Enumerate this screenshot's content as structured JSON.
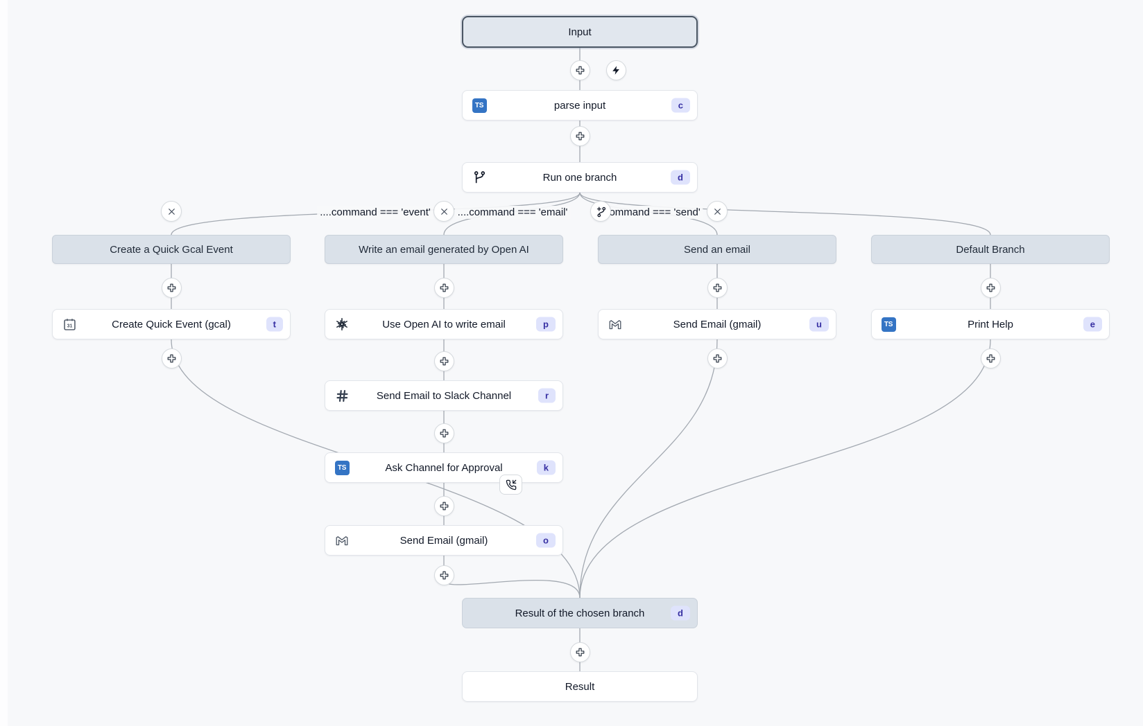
{
  "colors": {
    "canvas_bg": "#f7f8fa",
    "edge": "#a3a9b1",
    "badge_bg": "#dfe3fc",
    "badge_text": "#3730a3",
    "header_bg": "#dae1e9",
    "ts_icon_blue": "#3474c4"
  },
  "nodes": {
    "input": {
      "label": "Input"
    },
    "parse_input": {
      "label": "parse input",
      "badge": "c",
      "icon": "typescript-icon"
    },
    "run_one_branch": {
      "label": "Run one branch",
      "badge": "d",
      "icon": "git-branch-icon"
    },
    "result_of_branch": {
      "label": "Result of the chosen branch",
      "badge": "d"
    },
    "result": {
      "label": "Result"
    }
  },
  "conditions": [
    {
      "expr": "....command === 'event'"
    },
    {
      "expr": "....command === 'email'"
    },
    {
      "expr": "....command === 'send'"
    }
  ],
  "branches": [
    {
      "title": "Create a Quick Gcal Event",
      "steps": [
        {
          "label": "Create Quick Event (gcal)",
          "badge": "t",
          "icon": "gcal-icon"
        }
      ]
    },
    {
      "title": "Write an email generated by Open AI",
      "steps": [
        {
          "label": "Use Open AI to write email",
          "badge": "p",
          "icon": "openai-icon"
        },
        {
          "label": "Send Email to Slack Channel",
          "badge": "r",
          "icon": "slack-icon"
        },
        {
          "label": "Ask Channel for Approval",
          "badge": "k",
          "icon": "typescript-icon",
          "corner_icon": "phone-incoming-icon"
        },
        {
          "label": "Send Email (gmail)",
          "badge": "o",
          "icon": "gmail-icon"
        }
      ]
    },
    {
      "title": "Send an email",
      "steps": [
        {
          "label": "Send Email (gmail)",
          "badge": "u",
          "icon": "gmail-icon"
        }
      ]
    },
    {
      "title": "Default Branch",
      "steps": [
        {
          "label": "Print Help",
          "badge": "e",
          "icon": "typescript-icon"
        }
      ]
    }
  ]
}
